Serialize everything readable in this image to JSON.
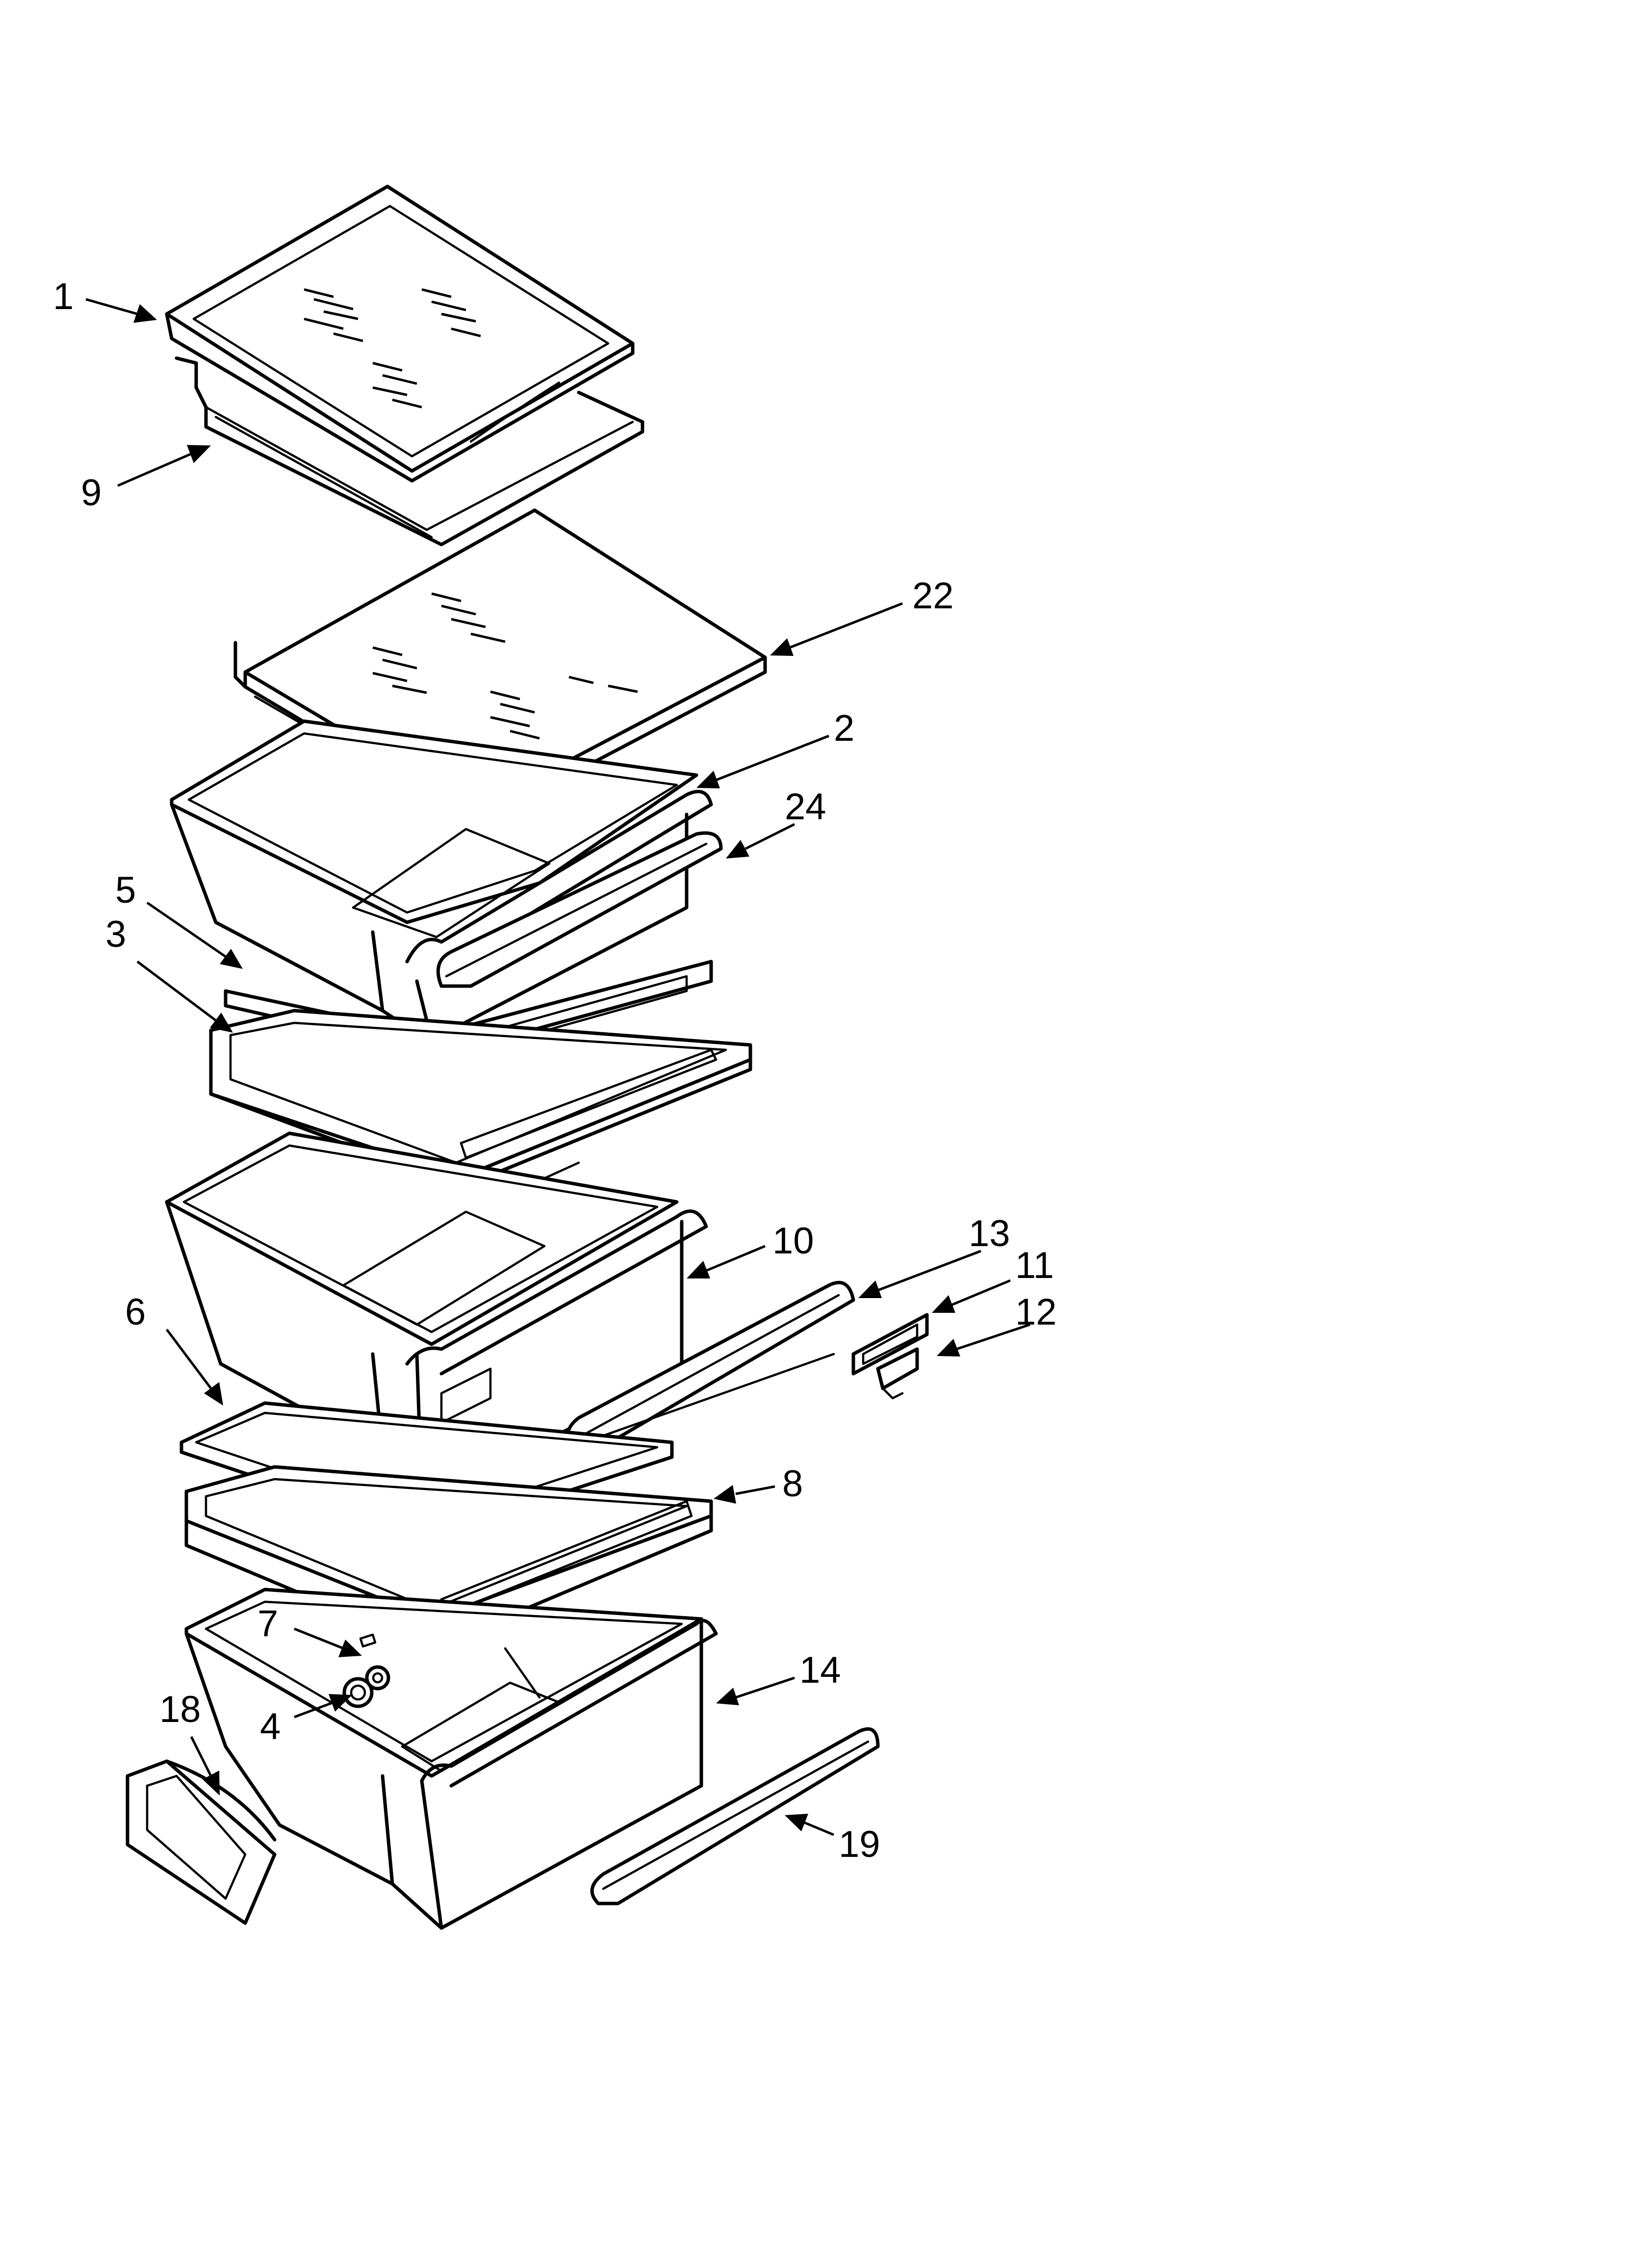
{
  "callouts": {
    "c1": "1",
    "c9": "9",
    "c22": "22",
    "c2": "2",
    "c24": "24",
    "c5": "5",
    "c3": "3",
    "c10": "10",
    "c13": "13",
    "c11": "11",
    "c12": "12",
    "c6": "6",
    "c8": "8",
    "c7": "7",
    "c14": "14",
    "c18": "18",
    "c4": "4",
    "c19": "19"
  }
}
